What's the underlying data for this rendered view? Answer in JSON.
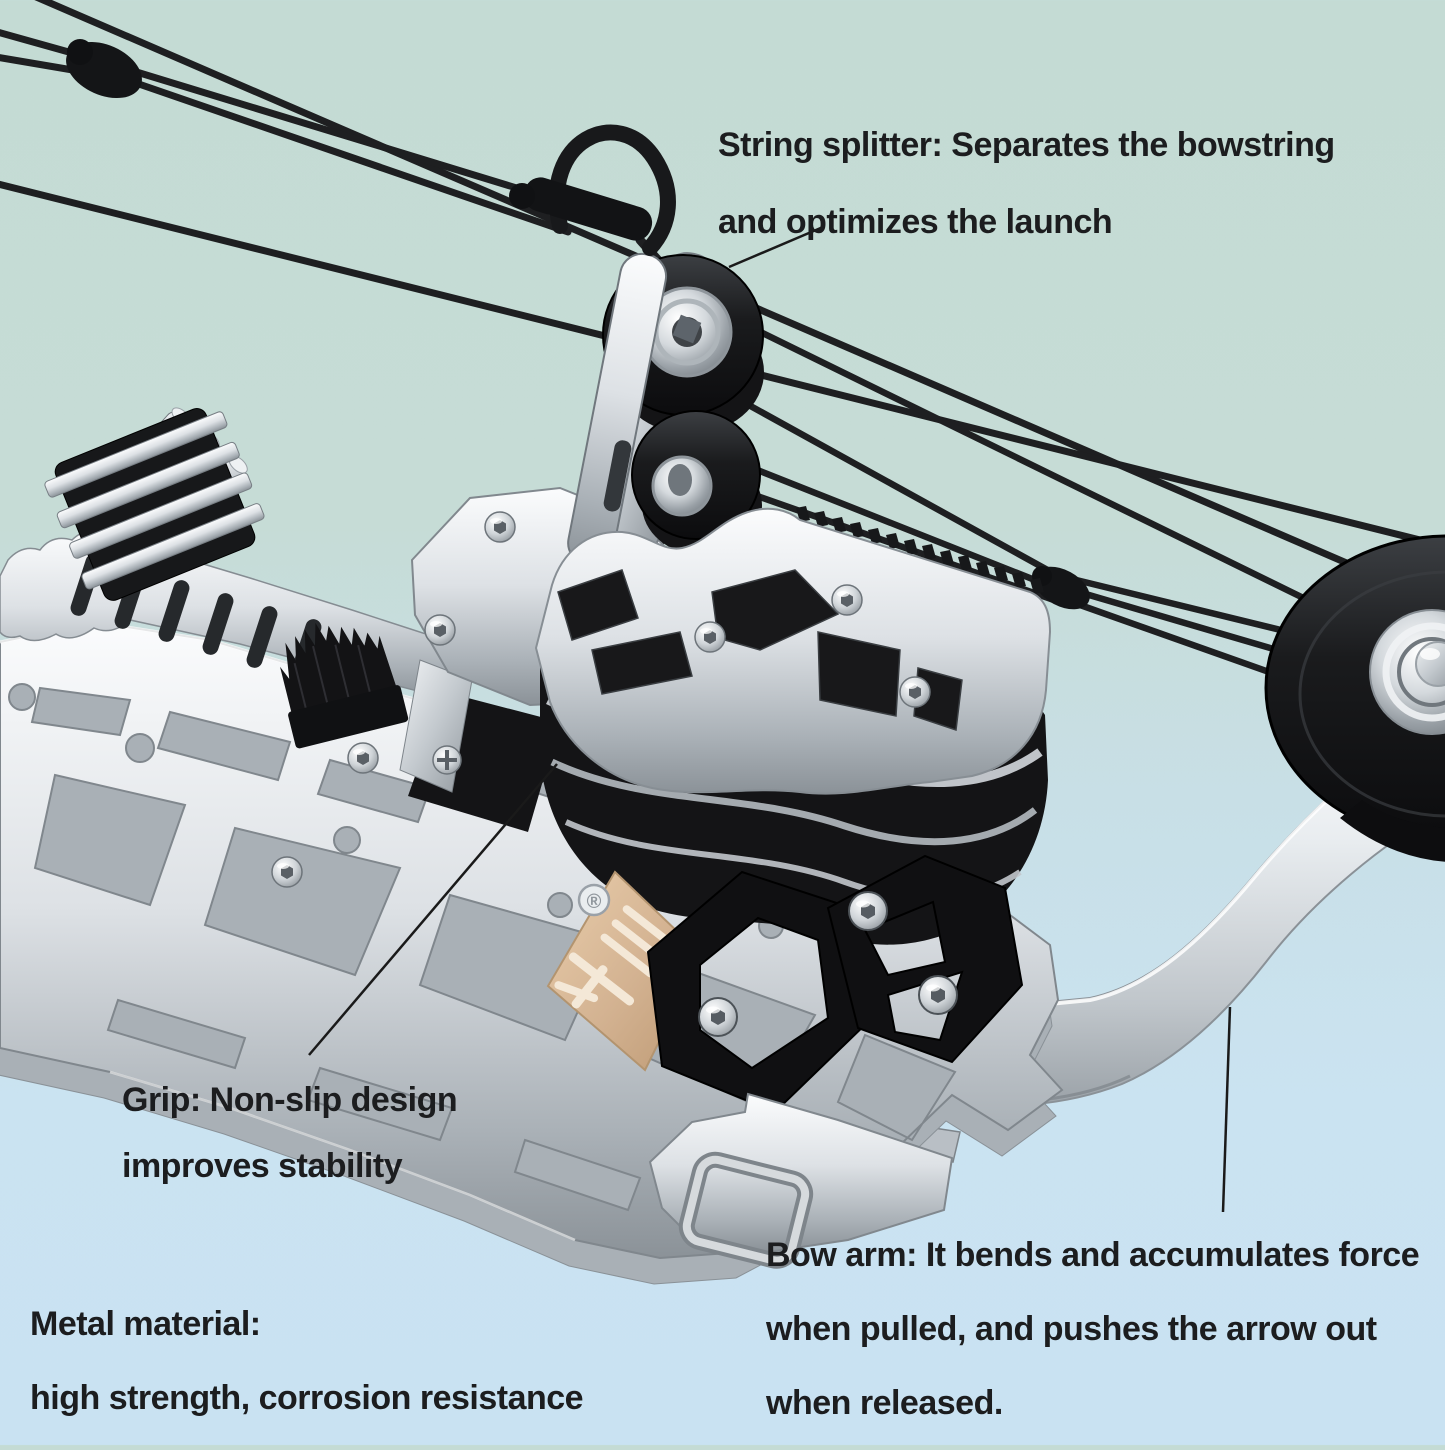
{
  "meta": {
    "title": "Compound bow annotated product diagram"
  },
  "background": {
    "top_color": "#c4dbd4",
    "bottom_color": "#c9e2f2"
  },
  "callouts": {
    "string_splitter": {
      "line1": "String splitter: Separates the bowstring",
      "line2": "and optimizes the launch"
    },
    "grip": {
      "line1": "Grip: Non-slip design",
      "line2": "improves stability"
    },
    "metal": {
      "line1": "Metal material:",
      "line2": "high strength, corrosion resistance"
    },
    "bow_arm": {
      "line1": "Bow arm: It bends and accumulates force",
      "line2": "when pulled, and pushes the arrow out",
      "line3": "when released."
    }
  },
  "logo": {
    "mark": "®"
  },
  "colors": {
    "string": "#1e1f21",
    "metal_light": "#f4f6f7",
    "metal_dark": "#8d949a",
    "black_part": "#151517",
    "gold_plate": "#d3b291",
    "text": "#1c1d1f",
    "leader_line": "#1a1a1a"
  }
}
